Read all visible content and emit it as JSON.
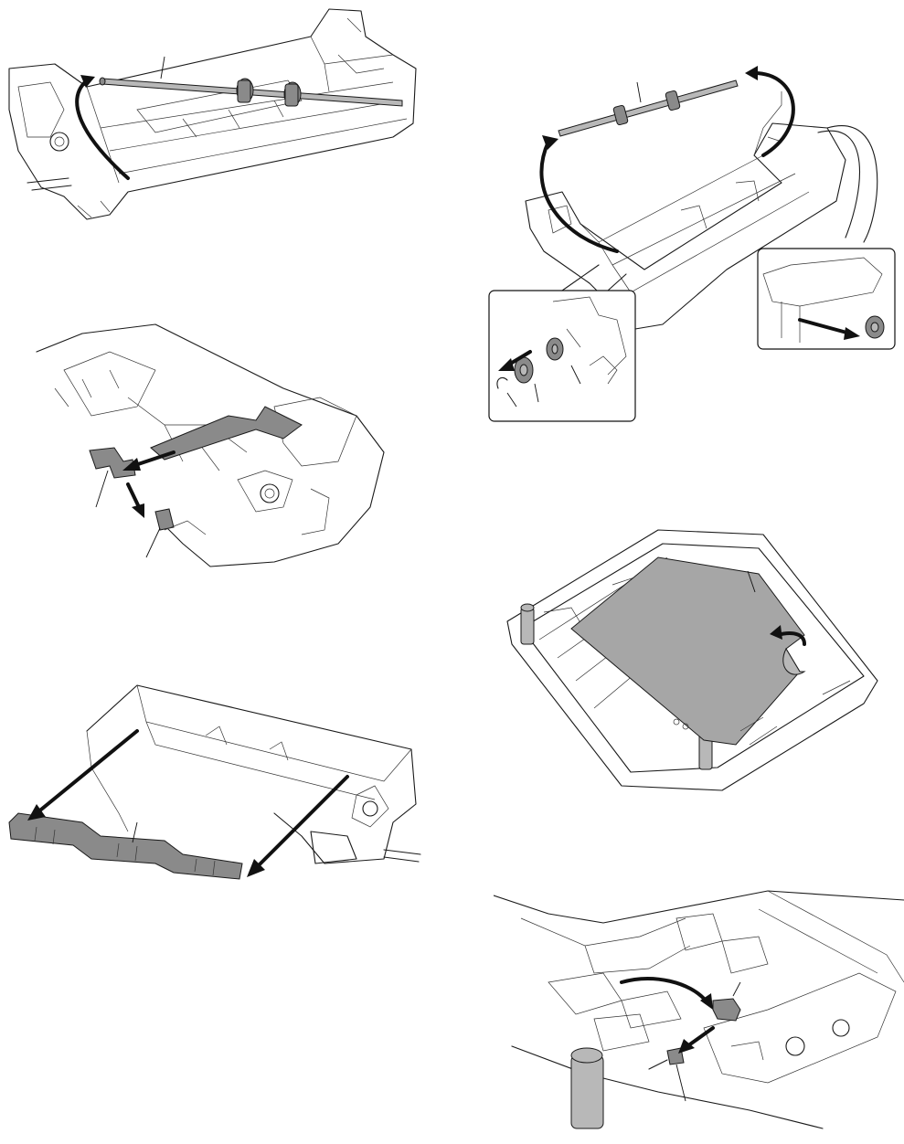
{
  "document": {
    "type": "service manual disassembly illustrations",
    "figures": [
      {
        "id": "fig-1",
        "description_icon": "roller-shaft-removal"
      },
      {
        "id": "fig-2",
        "description_icon": "paper-feed-roller-shaft-removal"
      },
      {
        "id": "fig-3",
        "description_icon": "sensor-and-connector-removal"
      },
      {
        "id": "fig-4",
        "description_icon": "tray-sheet-removal"
      },
      {
        "id": "fig-5",
        "description_icon": "paper-guide-removal"
      },
      {
        "id": "fig-6",
        "description_icon": "sensor-and-connector-removal-tray"
      }
    ]
  },
  "colors": {
    "line": "#1a1a1a",
    "part_fill": "#8a8a8a",
    "sheet_fill": "#a6a6a6",
    "background": "#ffffff"
  }
}
